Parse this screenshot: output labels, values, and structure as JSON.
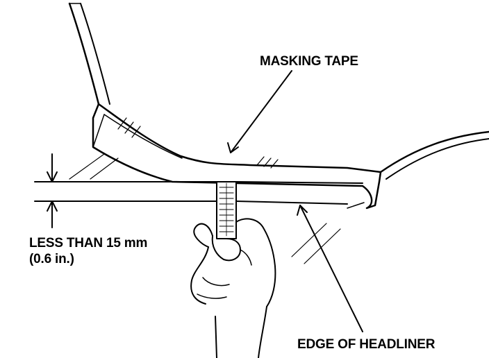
{
  "labels": {
    "masking_tape": "MASKING TAPE",
    "measurement_line1": "LESS THAN 15 mm",
    "measurement_line2": "(0.6 in.)",
    "edge_of_headliner": "EDGE OF HEADLINER"
  },
  "colors": {
    "ink": "#000000",
    "background": "#ffffff"
  }
}
